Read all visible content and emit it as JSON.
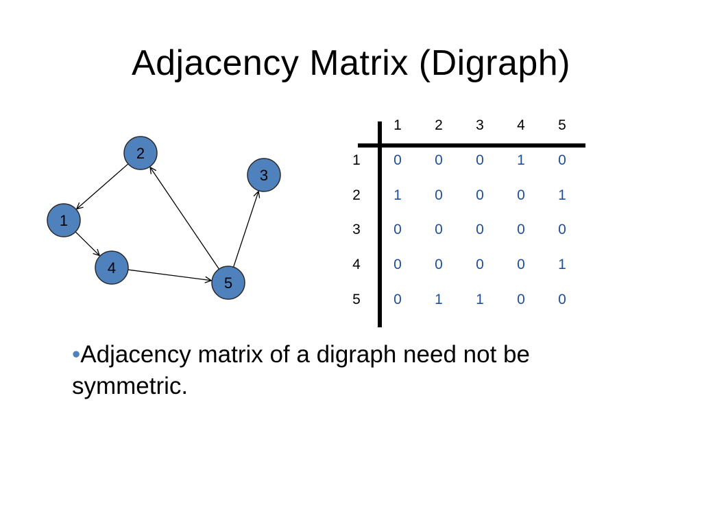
{
  "title": "Adjacency Matrix (Digraph)",
  "graph": {
    "nodes": [
      {
        "id": "2",
        "label": "2"
      },
      {
        "id": "3",
        "label": "3"
      },
      {
        "id": "1",
        "label": "1"
      },
      {
        "id": "4",
        "label": "4"
      },
      {
        "id": "5",
        "label": "5"
      }
    ],
    "edges": [
      {
        "from": "2",
        "to": "1"
      },
      {
        "from": "1",
        "to": "4"
      },
      {
        "from": "4",
        "to": "5"
      },
      {
        "from": "5",
        "to": "2"
      },
      {
        "from": "5",
        "to": "3"
      }
    ],
    "node_color": "#4f81bd"
  },
  "matrix": {
    "column_headers": [
      "1",
      "2",
      "3",
      "4",
      "5"
    ],
    "row_headers": [
      "1",
      "2",
      "3",
      "4",
      "5"
    ],
    "rows": [
      [
        "0",
        "0",
        "0",
        "1",
        "0"
      ],
      [
        "1",
        "0",
        "0",
        "0",
        "1"
      ],
      [
        "0",
        "0",
        "0",
        "0",
        "0"
      ],
      [
        "0",
        "0",
        "0",
        "0",
        "1"
      ],
      [
        "0",
        "1",
        "1",
        "0",
        "0"
      ]
    ],
    "value_color": "#1f4e9c"
  },
  "bullet": {
    "marker": "•",
    "text": "Adjacency matrix of a digraph need not be symmetric."
  }
}
